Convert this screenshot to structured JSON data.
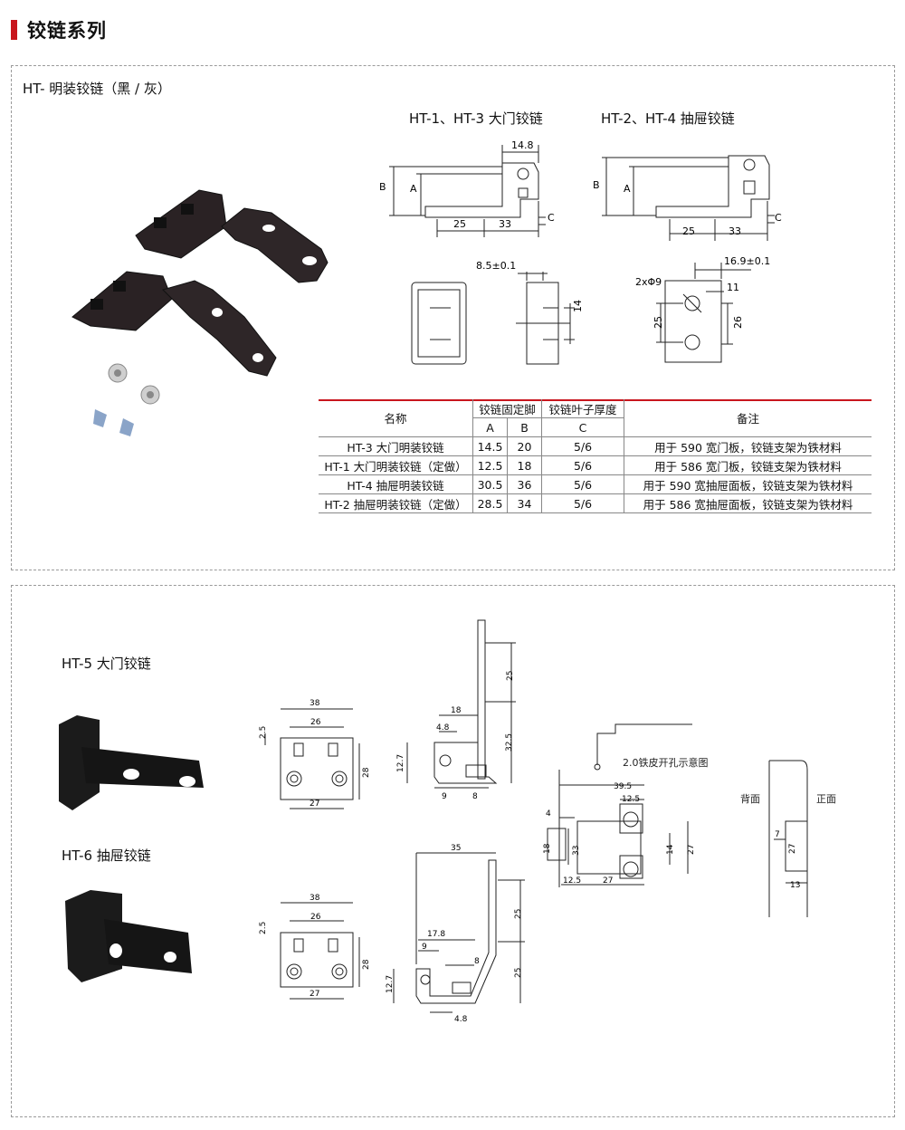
{
  "header": {
    "title": "铰链系列"
  },
  "panel1": {
    "title": "HT- 明装铰链（黑 / 灰）",
    "diagram_a_title": "HT-1、HT-3 大门铰链",
    "diagram_b_title": "HT-2、HT-4 抽屉铰链",
    "dims_a": {
      "w": "14.8",
      "b": "B",
      "a": "A",
      "c": "C",
      "d25": "25",
      "d33": "33",
      "d85": "8.5±0.1",
      "d14": "14"
    },
    "dims_b": {
      "b": "B",
      "a": "A",
      "c": "C",
      "d25": "25",
      "d33": "33",
      "d169": "16.9±0.1",
      "holes": "2xΦ9",
      "d11": "11",
      "d25v": "25",
      "d26": "26"
    }
  },
  "table": {
    "headers": {
      "name": "名称",
      "fix": "铰链固定脚",
      "thick": "铰链叶子厚度",
      "note": "备注",
      "a": "A",
      "b": "B",
      "c": "C"
    },
    "rows": [
      {
        "name": "HT-3 大门明装铰链",
        "a": "14.5",
        "b": "20",
        "c": "5/6",
        "note": "用于 590 宽门板，铰链支架为铁材料"
      },
      {
        "name": "HT-1 大门明装铰链（定做）",
        "a": "12.5",
        "b": "18",
        "c": "5/6",
        "note": "用于 586 宽门板，铰链支架为铁材料"
      },
      {
        "name": "HT-4 抽屉明装铰链",
        "a": "30.5",
        "b": "36",
        "c": "5/6",
        "note": "用于 590 宽抽屉面板，铰链支架为铁材料"
      },
      {
        "name": "HT-2 抽屉明装铰链（定做）",
        "a": "28.5",
        "b": "34",
        "c": "5/6",
        "note": "用于 586 宽抽屉面板，铰链支架为铁材料"
      }
    ]
  },
  "panel2": {
    "ht5_title": "HT-5 大门铰链",
    "ht6_title": "HT-6 抽屉铰链",
    "ht5_dims": {
      "d38": "38",
      "d26": "26",
      "d25": "2.5",
      "d28": "28",
      "d27": "27"
    },
    "ht5_side": {
      "d25": "25",
      "d18": "18",
      "d48": "4.8",
      "d325": "32.5",
      "d127": "12.7",
      "d9": "9",
      "d8": "8"
    },
    "ht6_dims": {
      "d38": "38",
      "d26": "26",
      "d25": "2.5",
      "d28": "28",
      "d27": "27"
    },
    "ht6_side": {
      "d35": "35",
      "d178": "17.8",
      "d9": "9",
      "d8": "8",
      "d25a": "25",
      "d25b": "25",
      "d127": "12.7",
      "d48": "4.8"
    },
    "hole_note": "2.0铁皮开孔示意图",
    "hole_dims": {
      "d395": "39.5",
      "d125": "12.5",
      "d4": "4",
      "d18": "18",
      "d33": "33",
      "d14": "14",
      "d27": "27",
      "d125b": "12.5",
      "d27b": "27"
    },
    "back_label": "背面",
    "front_label": "正面",
    "sect_dims": {
      "d7": "7",
      "d27": "27",
      "d13": "13"
    }
  }
}
